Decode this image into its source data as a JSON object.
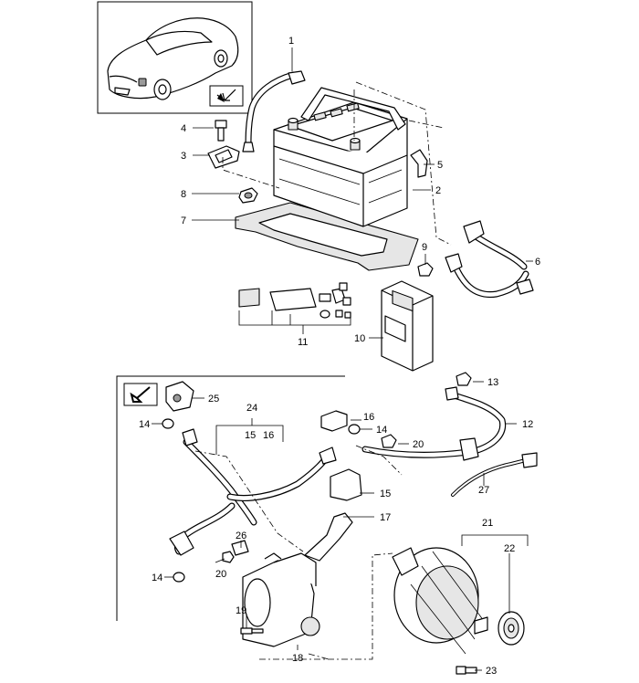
{
  "labels": {
    "p1": "1",
    "p2": "2",
    "p3": "3",
    "p4": "4",
    "p5": "5",
    "p6": "6",
    "p7": "7",
    "p8": "8",
    "p9": "9",
    "p10": "10",
    "p11": "11",
    "p12": "12",
    "p13": "13",
    "p14a": "14",
    "p14b": "14",
    "p14c": "14",
    "p15a": "15",
    "p15b": "15",
    "p16a": "16",
    "p16b": "16",
    "p17": "17",
    "p18": "18",
    "p19": "19",
    "p20a": "20",
    "p20b": "20",
    "p21": "21",
    "p22": "22",
    "p23": "23",
    "p24": "24",
    "p25": "25",
    "p26": "26",
    "p27": "27"
  },
  "icons": {
    "vehicle": "car-illustration-icon",
    "direction_top": "direction-arrow-icon",
    "direction_bottom": "direction-arrow-icon"
  },
  "colors": {
    "line": "#000000",
    "fill": "#ffffff",
    "shade": "#e6e6e6"
  }
}
